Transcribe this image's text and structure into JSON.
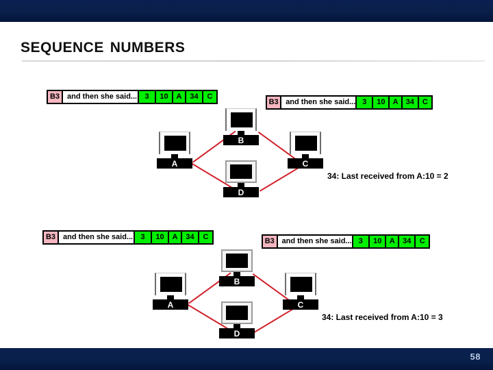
{
  "slide": {
    "title": "Sequence Numbers",
    "number": "58",
    "accent_color": "#0a2050",
    "link_color": "#d1212b",
    "seq_cell_color": "#00ef00",
    "addr_cell_color": "#f4b6c0"
  },
  "packets": [
    {
      "name": "packet-top-left",
      "addr": "B3",
      "payload": "and then she said...",
      "fields": [
        "3",
        "10",
        "A",
        "34",
        "C"
      ]
    },
    {
      "name": "packet-top-right",
      "addr": "B3",
      "payload": "and then she said...",
      "fields": [
        "3",
        "10",
        "A",
        "34",
        "C"
      ]
    },
    {
      "name": "packet-bottom-left",
      "addr": "B3",
      "payload": "and then she said...",
      "fields": [
        "3",
        "10",
        "A",
        "34",
        "C"
      ]
    },
    {
      "name": "packet-bottom-right",
      "addr": "B3",
      "payload": "and then she said...",
      "fields": [
        "3",
        "10",
        "A",
        "34",
        "C"
      ]
    }
  ],
  "diagrams": [
    {
      "name": "network-diagram-top",
      "nodes": [
        {
          "label": "A"
        },
        {
          "label": "B"
        },
        {
          "label": "C"
        },
        {
          "label": "D"
        }
      ],
      "links": [
        "A-B",
        "B-C",
        "A-D",
        "D-C"
      ],
      "annotation": "34: Last received from A:10 = 2"
    },
    {
      "name": "network-diagram-bottom",
      "nodes": [
        {
          "label": "A"
        },
        {
          "label": "B"
        },
        {
          "label": "C"
        },
        {
          "label": "D"
        }
      ],
      "links": [
        "A-B",
        "B-C",
        "A-D",
        "D-C"
      ],
      "annotation": "34: Last received from A:10 = 3"
    }
  ]
}
